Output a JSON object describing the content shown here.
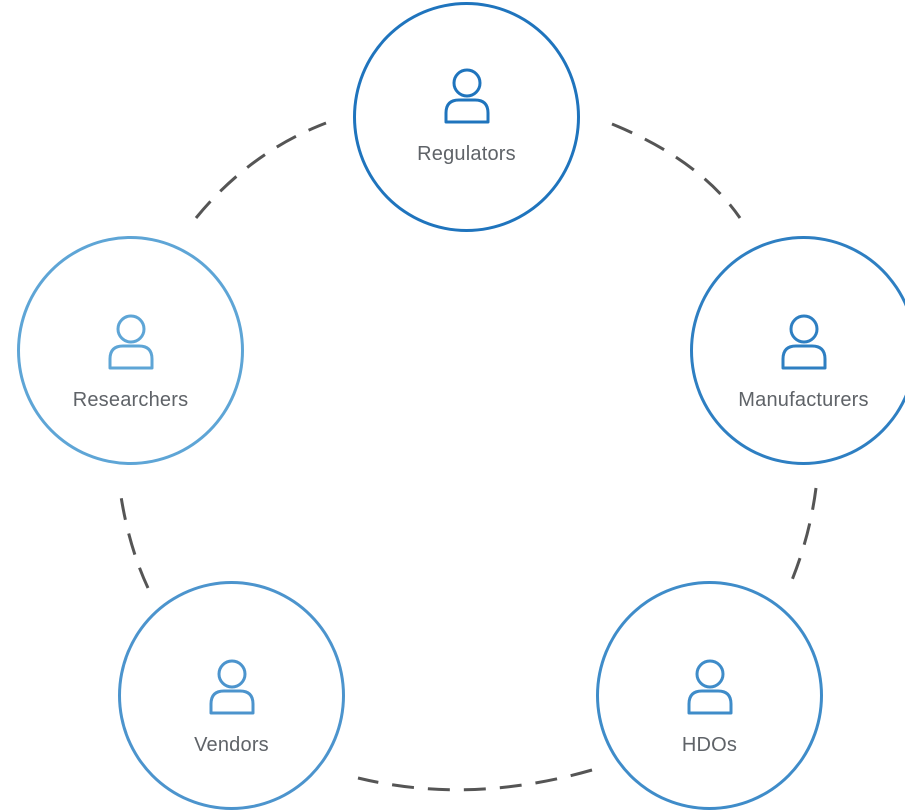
{
  "diagram": {
    "nodes": {
      "regulators": {
        "label": "Regulators",
        "icon": "person-icon"
      },
      "manufacturers": {
        "label": "Manufacturers",
        "icon": "person-icon"
      },
      "researchers": {
        "label": "Researchers",
        "icon": "person-icon"
      },
      "vendors": {
        "label": "Vendors",
        "icon": "person-icon"
      },
      "hdos": {
        "label": "HDOs",
        "icon": "person-icon"
      }
    },
    "connector_color": "#555555",
    "icon_color": "#1f74bd"
  }
}
